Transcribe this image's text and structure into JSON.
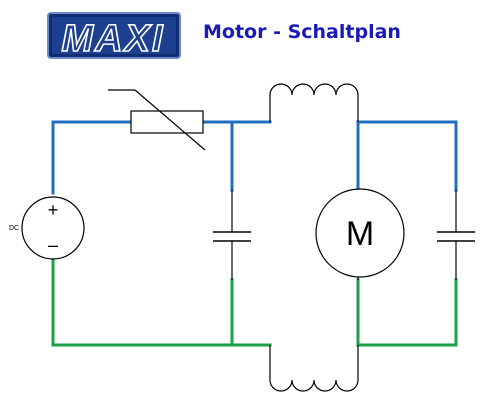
{
  "logo": {
    "text": "MAXI"
  },
  "title": "Motor - Schaltplan",
  "source": {
    "label": "DC",
    "plus": "+",
    "minus": "–"
  },
  "motor": {
    "label": "M"
  },
  "colors": {
    "accent_title": "#1a1ab8",
    "logo_bg": "#1c3f8f",
    "logo_text": "#ffffff",
    "wire_positive": "#1f6fbf",
    "wire_negative": "#1aa14a",
    "component": "#000000"
  }
}
